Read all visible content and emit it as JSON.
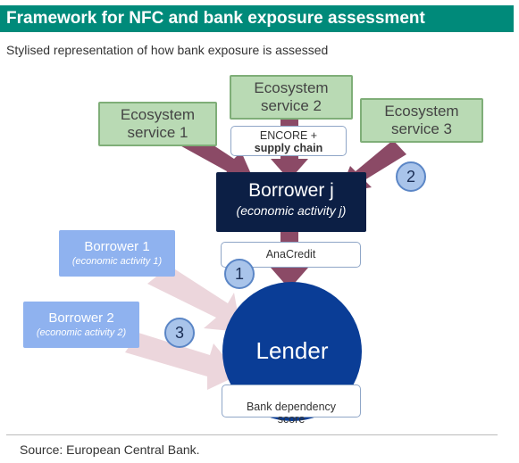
{
  "title": "Framework for NFC and bank exposure assessment",
  "subtitle": "Stylised representation of how bank exposure is assessed",
  "ecosystems": [
    {
      "label": "Ecosystem\nservice 1"
    },
    {
      "label": "Ecosystem\nservice 2"
    },
    {
      "label": "Ecosystem\nservice 3"
    }
  ],
  "encore_box": {
    "line1": "ENCORE +",
    "line2": "supply chain"
  },
  "borrower_j": {
    "name": "Borrower j",
    "activity": "(economic activity j)"
  },
  "anacredit": "AnaCredit",
  "borrowers": [
    {
      "name": "Borrower 1",
      "activity": "(economic activity 1)"
    },
    {
      "name": "Borrower 2",
      "activity": "(economic activity 2)"
    }
  ],
  "lender": "Lender",
  "bank_dependency": "Bank dependency\nscore",
  "steps": [
    "1",
    "2",
    "3"
  ],
  "source": "Source: European Central Bank.",
  "colors": {
    "title_bg": "#008a7a",
    "eco_fill": "#b9dab4",
    "borrower_j_fill": "#0c1f45",
    "lender_fill": "#0a3d96",
    "arrow_main": "#8b4a66",
    "arrow_light": "#ecd6dc",
    "borrower_small_fill": "#8fb2ef",
    "step_circle": "#a9c4ea"
  }
}
